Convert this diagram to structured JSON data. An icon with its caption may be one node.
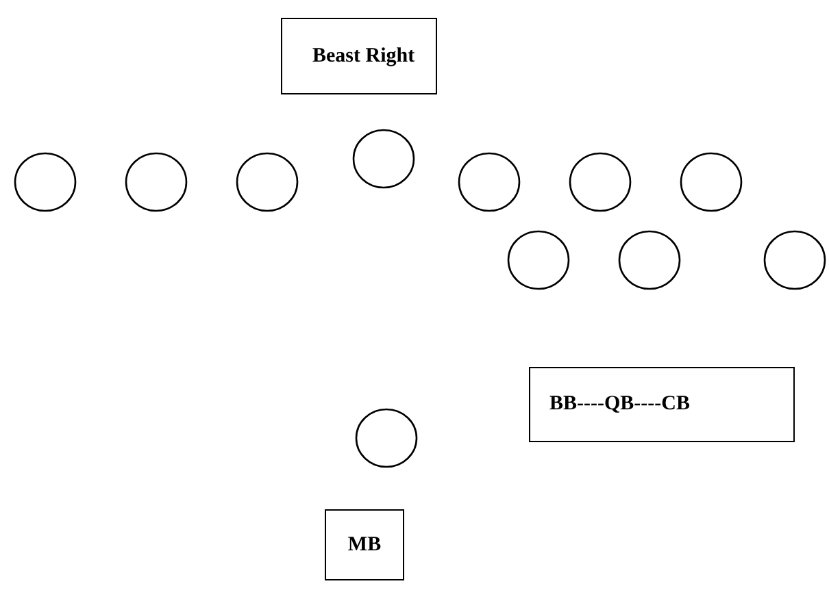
{
  "diagram": {
    "nodes": [
      {
        "text": [
          "Beast Right"
        ]
      },
      {
        "text": [],
        "shape": "circle"
      },
      {
        "text": [],
        "shape": "circle"
      },
      {
        "text": [],
        "shape": "circle"
      },
      {
        "text": [],
        "shape": "circle"
      },
      {
        "text": [],
        "shape": "circle"
      },
      {
        "text": [],
        "shape": "circle"
      },
      {
        "text": [],
        "shape": "circle"
      },
      {
        "text": [],
        "shape": "circle"
      },
      {
        "text": [],
        "shape": "circle"
      },
      {
        "text": [],
        "shape": "circle"
      },
      {
        "text": [
          "BB----QB----CB"
        ]
      },
      {
        "text": [],
        "shape": "circle"
      },
      {
        "text": [
          "MB"
        ]
      }
    ]
  }
}
